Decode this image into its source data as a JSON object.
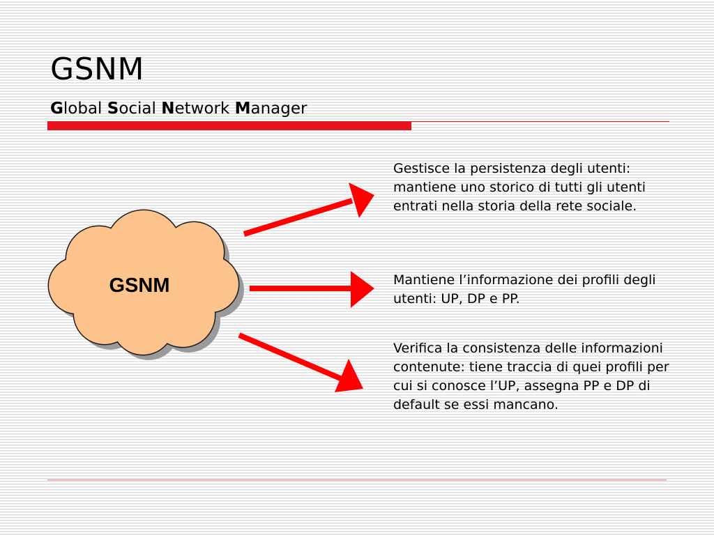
{
  "slide": {
    "title": "GSNM",
    "subtitle": [
      {
        "initial": "G",
        "rest": "lobal"
      },
      {
        "initial": "S",
        "rest": "ocial"
      },
      {
        "initial": "N",
        "rest": "etwork"
      },
      {
        "initial": "M",
        "rest": "anager"
      }
    ],
    "accent_color": "#e8141b"
  },
  "diagram": {
    "cloud": {
      "label": "GSNM",
      "fill_color": "#fcc48c",
      "shadow_color": "#9a9a9a"
    },
    "arrow_color": "#ff0000",
    "descriptions": [
      "Gestisce la persistenza degli utenti: mantiene uno storico di tutti gli utenti entrati nella storia della rete sociale.",
      "Mantiene l’informazione dei profili degli utenti: UP, DP e PP.",
      "Verifica la consistenza delle informazioni contenute: tiene traccia di quei profili per cui si conosce l’UP, assegna PP e DP di default se essi mancano."
    ]
  }
}
